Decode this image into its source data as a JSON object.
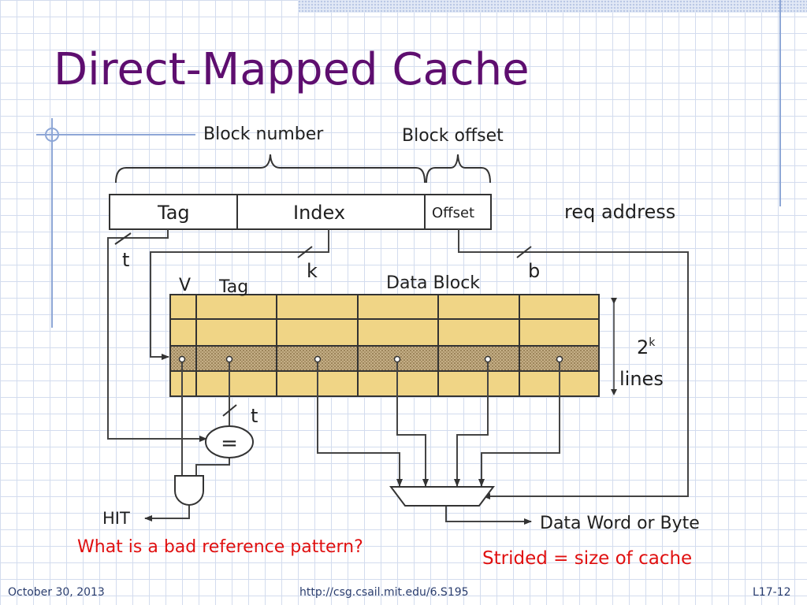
{
  "title": "Direct-Mapped Cache",
  "diagram": {
    "block_number_label": "Block number",
    "block_offset_label": "Block offset",
    "address_fields": {
      "tag": "Tag",
      "index": "Index",
      "offset": "Offset"
    },
    "req_address_label": "req address",
    "bus_widths": {
      "tag_t": "t",
      "index_k": "k",
      "offset_b": "b",
      "compare_t": "t"
    },
    "array_headers": {
      "valid": "V",
      "tag": "Tag",
      "data_block": "Data Block"
    },
    "lines_label": {
      "base": "2",
      "exponent": "k",
      "unit": "lines"
    },
    "comparator_symbol": "=",
    "hit_label": "HIT",
    "output_label": "Data Word or Byte"
  },
  "question": "What is a bad reference pattern?",
  "answer": "Strided = size of cache",
  "footer": {
    "date": "October 30, 2013",
    "url": "http://csg.csail.mit.edu/6.S195",
    "slide_number": "L17-12"
  },
  "colors": {
    "title": "#5e0e6f",
    "answer_red": "#e01010",
    "cache_fill": "#f0d586",
    "selected_row": "#b9a27a",
    "accent_line": "#8da6d6"
  }
}
